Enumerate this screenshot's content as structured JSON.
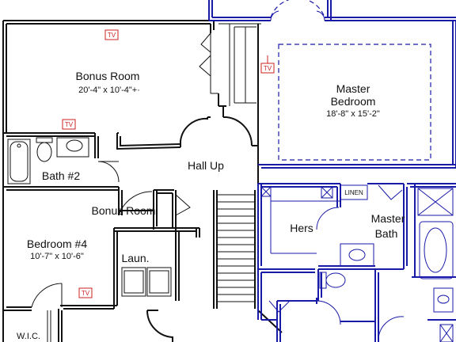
{
  "rooms": {
    "bonus_room": {
      "name": "Bonus Room",
      "dims": "20'-4\" x 10'-4\"+·"
    },
    "master_bedroom": {
      "name_line1": "Master",
      "name_line2": "Bedroom",
      "dims": "18'-8\" x 15'-2\""
    },
    "bath2": {
      "name": "Bath #2"
    },
    "hall_up": {
      "name": "Hall Up"
    },
    "bonus_lower": {
      "name": "Bonus Room"
    },
    "bedroom4": {
      "name": "Bedroom #4",
      "dims": "10'-7\" x 10'-6\""
    },
    "laundry": {
      "name": "Laun."
    },
    "hers": {
      "name": "Hers"
    },
    "master_bath": {
      "name_line1": "Master",
      "name_line2": "Bath"
    },
    "wic": {
      "name": "W.I.C."
    },
    "linen": {
      "name": "LINEN"
    }
  },
  "tv_marker": "TV",
  "colors": {
    "wall": "#111111",
    "master_suite": "#1a1aa8",
    "tv": "#cc2222"
  }
}
